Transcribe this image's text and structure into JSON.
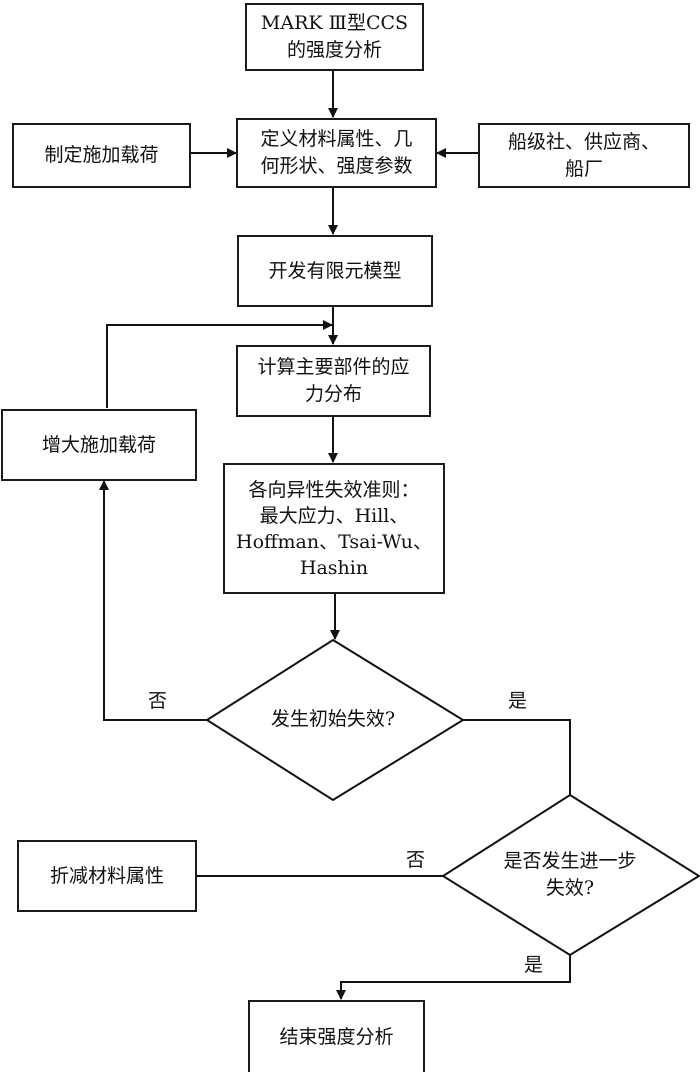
{
  "flowchart": {
    "title_node": "MARK Ⅲ型CCS\n的强度分析",
    "define_node": "定义材料属性、几\n何形状、强度参数",
    "apply_load_node": "制定施加载荷",
    "sources_node": "船级社、供应商、\n船厂",
    "fe_model_node": "开发有限元模型",
    "stress_node": "计算主要部件的应\n力分布",
    "increase_load_node": "增大施加载荷",
    "criteria_node": "各向异性失效准则：\n最大应力、Hill、\nHoffman、Tsai-Wu、\nHashin",
    "decision_initial": "发生初始失效?",
    "decision_further": "是否发生进一步\n失效?",
    "reduce_props_node": "折减材料属性",
    "end_node": "结束强度分析",
    "labels": {
      "no_initial": "否",
      "yes_initial": "是",
      "no_further": "否",
      "yes_further": "是"
    }
  }
}
